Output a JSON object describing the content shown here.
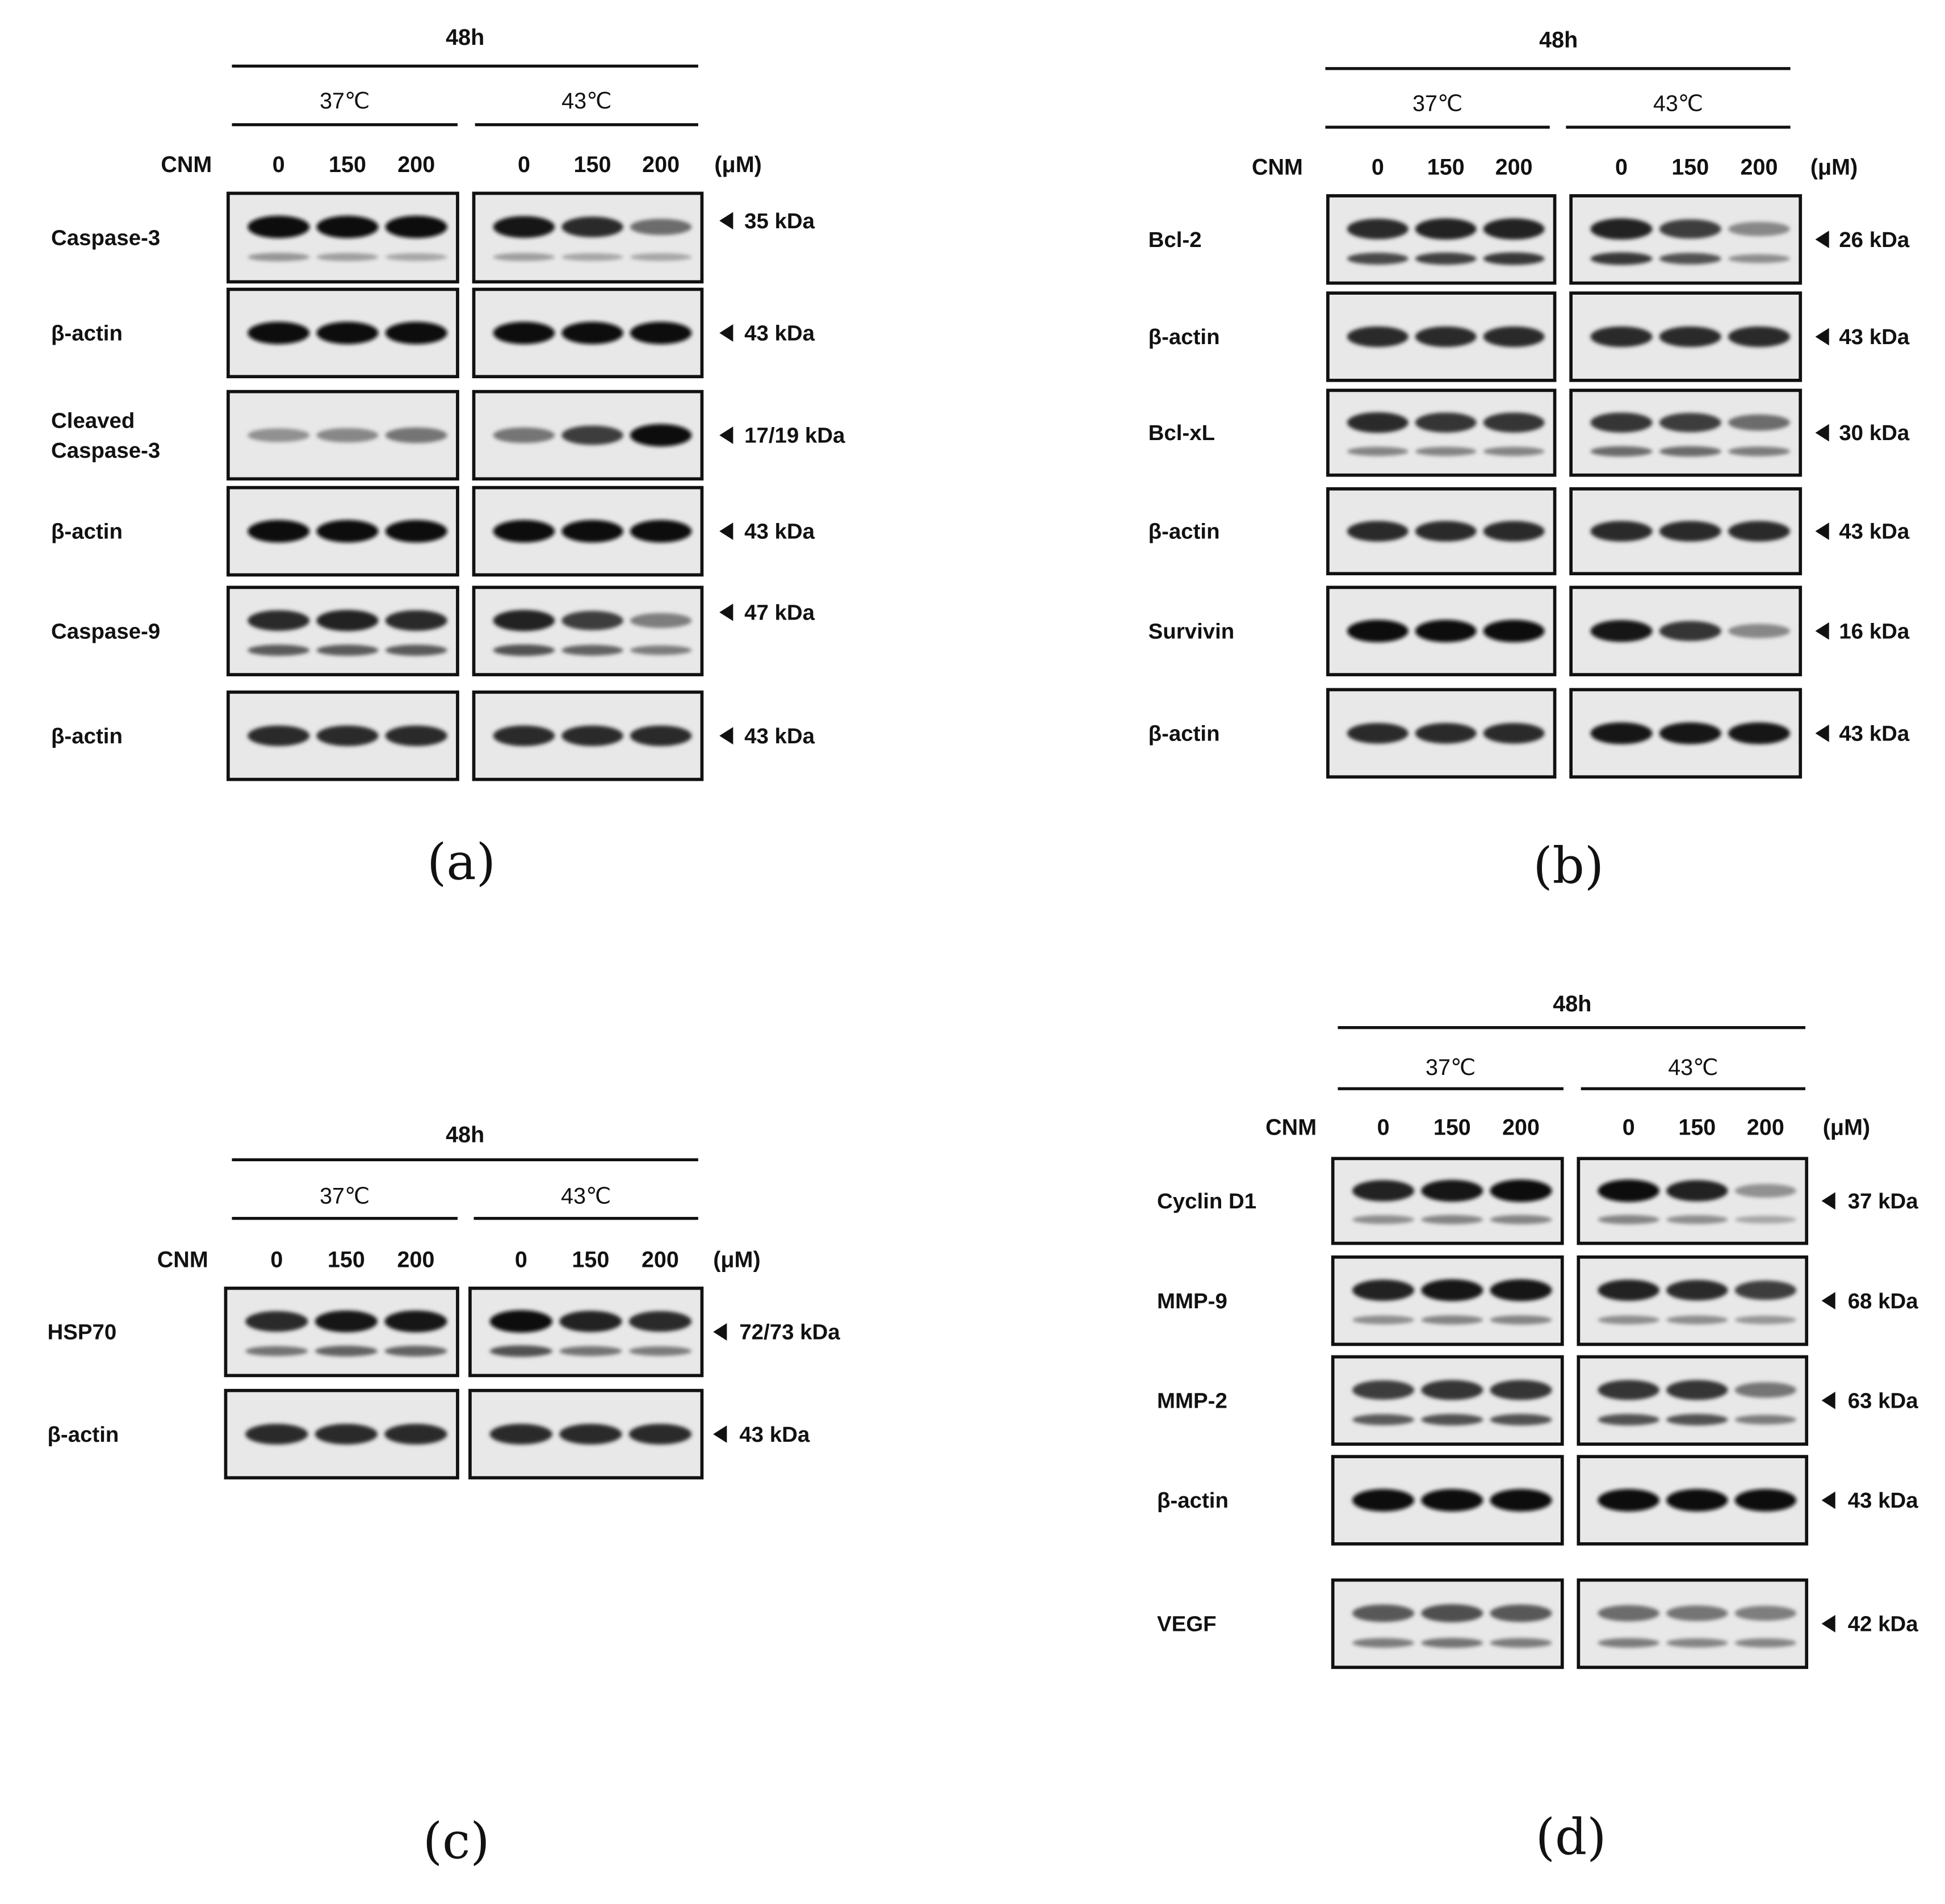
{
  "panels": [
    {
      "letter": "(a)",
      "time": "48h",
      "temps": [
        "37℃",
        "43℃"
      ],
      "cnm_label": "CNM",
      "unit": "(μM)",
      "doses": [
        "0",
        "150",
        "200"
      ],
      "blots": [
        {
          "label_lines": [
            "Caspase-3"
          ],
          "size": "35 kDa",
          "bands": [
            [
              1,
              1,
              1
            ],
            [
              0.95,
              0.85,
              0.5
            ]
          ],
          "minor": [
            [
              0.3,
              0.25,
              0.2
            ],
            [
              0.25,
              0.2,
              0.2
            ]
          ]
        },
        {
          "label_lines": [
            "β-actin"
          ],
          "size": "43 kDa",
          "bands": [
            [
              1,
              1,
              1
            ],
            [
              1,
              1,
              1
            ]
          ],
          "minor": null
        },
        {
          "label_lines": [
            "Cleaved",
            "Caspase-3"
          ],
          "size": "17/19 kDa",
          "bands": [
            [
              0.3,
              0.35,
              0.45
            ],
            [
              0.45,
              0.75,
              1
            ]
          ],
          "minor": null
        },
        {
          "label_lines": [
            "β-actin"
          ],
          "size": "43 kDa",
          "bands": [
            [
              1,
              1,
              1
            ],
            [
              1,
              1,
              1
            ]
          ],
          "minor": null
        },
        {
          "label_lines": [
            "Caspase-9"
          ],
          "size": "47 kDa",
          "bands": [
            [
              0.85,
              0.9,
              0.85
            ],
            [
              0.9,
              0.75,
              0.4
            ]
          ],
          "minor": [
            [
              0.65,
              0.65,
              0.65
            ],
            [
              0.7,
              0.6,
              0.45
            ]
          ]
        },
        {
          "label_lines": [
            "β-actin"
          ],
          "size": "43 kDa",
          "bands": [
            [
              0.85,
              0.85,
              0.85
            ],
            [
              0.85,
              0.85,
              0.85
            ]
          ],
          "minor": null
        }
      ]
    },
    {
      "letter": "(b)",
      "time": "48h",
      "temps": [
        "37℃",
        "43℃"
      ],
      "cnm_label": "CNM",
      "unit": "(μM)",
      "doses": [
        "0",
        "150",
        "200"
      ],
      "blots": [
        {
          "label_lines": [
            "Bcl-2"
          ],
          "size": "26 kDa",
          "bands": [
            [
              0.85,
              0.9,
              0.9
            ],
            [
              0.9,
              0.75,
              0.35
            ]
          ],
          "minor": [
            [
              0.75,
              0.8,
              0.85
            ],
            [
              0.85,
              0.7,
              0.35
            ]
          ]
        },
        {
          "label_lines": [
            "β-actin"
          ],
          "size": "43 kDa",
          "bands": [
            [
              0.85,
              0.85,
              0.85
            ],
            [
              0.85,
              0.85,
              0.85
            ]
          ],
          "minor": null
        },
        {
          "label_lines": [
            "Bcl-xL"
          ],
          "size": "30 kDa",
          "bands": [
            [
              0.85,
              0.8,
              0.8
            ],
            [
              0.8,
              0.75,
              0.5
            ]
          ],
          "minor": [
            [
              0.4,
              0.4,
              0.4
            ],
            [
              0.55,
              0.55,
              0.45
            ]
          ]
        },
        {
          "label_lines": [
            "β-actin"
          ],
          "size": "43 kDa",
          "bands": [
            [
              0.85,
              0.85,
              0.85
            ],
            [
              0.85,
              0.85,
              0.85
            ]
          ],
          "minor": null
        },
        {
          "label_lines": [
            "Survivin"
          ],
          "size": "16 kDa",
          "bands": [
            [
              1,
              1,
              1
            ],
            [
              0.95,
              0.8,
              0.35
            ]
          ],
          "minor": null
        },
        {
          "label_lines": [
            "β-actin"
          ],
          "size": "43 kDa",
          "bands": [
            [
              0.85,
              0.85,
              0.85
            ],
            [
              0.95,
              0.95,
              0.95
            ]
          ],
          "minor": null
        }
      ]
    },
    {
      "letter": "(c)",
      "time": "48h",
      "temps": [
        "37℃",
        "43℃"
      ],
      "cnm_label": "CNM",
      "unit": "(μM)",
      "doses": [
        "0",
        "150",
        "200"
      ],
      "blots": [
        {
          "label_lines": [
            "HSP70"
          ],
          "size": "72/73 kDa",
          "bands": [
            [
              0.85,
              0.95,
              0.95
            ],
            [
              1,
              0.9,
              0.85
            ]
          ],
          "minor": [
            [
              0.5,
              0.6,
              0.6
            ],
            [
              0.7,
              0.5,
              0.45
            ]
          ]
        },
        {
          "label_lines": [
            "β-actin"
          ],
          "size": "43 kDa",
          "bands": [
            [
              0.85,
              0.85,
              0.85
            ],
            [
              0.85,
              0.85,
              0.85
            ]
          ],
          "minor": null
        }
      ]
    },
    {
      "letter": "(d)",
      "time": "48h",
      "temps": [
        "37℃",
        "43℃"
      ],
      "cnm_label": "CNM",
      "unit": "(μM)",
      "doses": [
        "0",
        "150",
        "200"
      ],
      "blots": [
        {
          "label_lines": [
            "Cyclin D1"
          ],
          "size": "37 kDa",
          "bands": [
            [
              0.9,
              0.95,
              1
            ],
            [
              1,
              0.9,
              0.3
            ]
          ],
          "minor": [
            [
              0.35,
              0.4,
              0.4
            ],
            [
              0.4,
              0.35,
              0.2
            ]
          ]
        },
        {
          "label_lines": [
            "MMP-9"
          ],
          "size": "68 kDa",
          "bands": [
            [
              0.9,
              0.95,
              0.95
            ],
            [
              0.9,
              0.85,
              0.75
            ]
          ],
          "minor": [
            [
              0.35,
              0.4,
              0.4
            ],
            [
              0.35,
              0.35,
              0.3
            ]
          ]
        },
        {
          "label_lines": [
            "MMP-2"
          ],
          "size": "63 kDa",
          "bands": [
            [
              0.75,
              0.8,
              0.8
            ],
            [
              0.8,
              0.8,
              0.45
            ]
          ],
          "minor": [
            [
              0.65,
              0.7,
              0.7
            ],
            [
              0.7,
              0.7,
              0.45
            ]
          ]
        },
        {
          "label_lines": [
            "β-actin"
          ],
          "size": "43 kDa",
          "bands": [
            [
              1,
              1,
              1
            ],
            [
              1,
              1,
              1
            ]
          ],
          "minor": null
        },
        {
          "label_lines": [
            "VEGF"
          ],
          "size": "42 kDa",
          "bands": [
            [
              0.6,
              0.65,
              0.6
            ],
            [
              0.5,
              0.45,
              0.4
            ]
          ],
          "minor": [
            [
              0.45,
              0.5,
              0.45
            ],
            [
              0.45,
              0.4,
              0.4
            ]
          ]
        }
      ]
    }
  ]
}
